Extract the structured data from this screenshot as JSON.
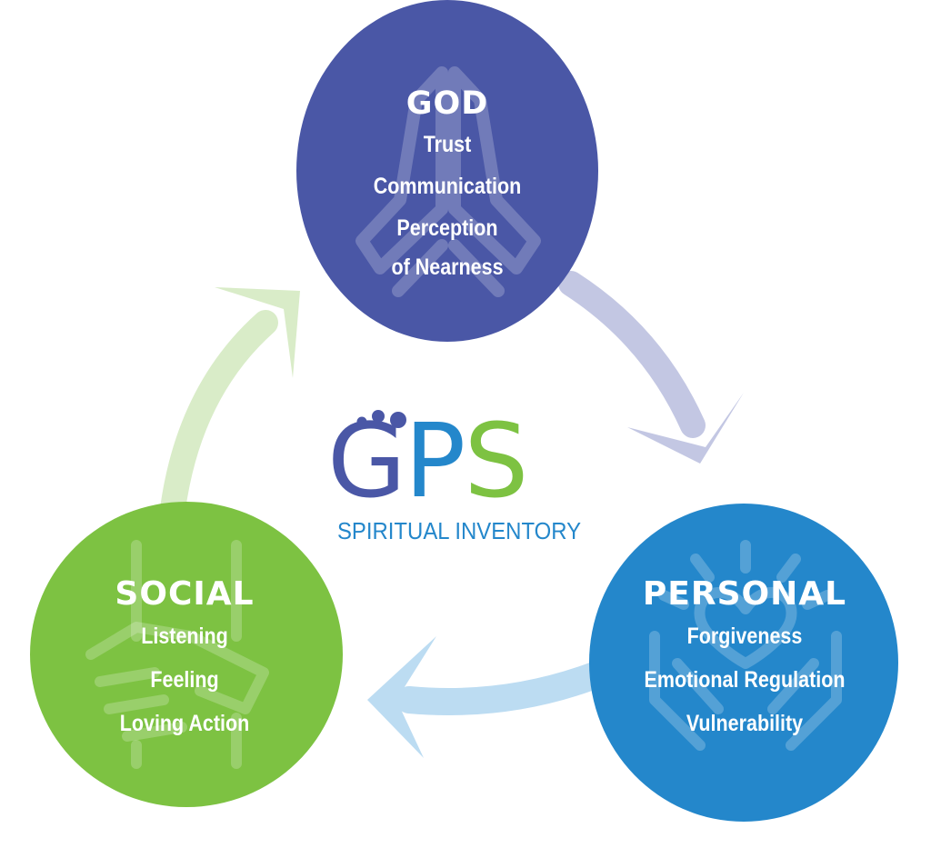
{
  "colors": {
    "god": "#4a57a6",
    "personal": "#2487cb",
    "social": "#7dc242",
    "arrow_god_to_personal": "#c3c7e3",
    "arrow_personal_to_social": "#bcdcf2",
    "arrow_social_to_god": "#d9ecc8"
  },
  "logo": {
    "g": "G",
    "p": "P",
    "s": "S",
    "subtitle": "SPIRITUAL INVENTORY"
  },
  "nodes": {
    "god": {
      "title": "GOD",
      "icon": "praying-hands-icon",
      "items": [
        "Trust",
        "Communication",
        "Perception",
        "of Nearness"
      ]
    },
    "personal": {
      "title": "PERSONAL",
      "icon": "hands-holding-heart-icon",
      "items": [
        "Forgiveness",
        "Emotional Regulation",
        "Vulnerability"
      ]
    },
    "social": {
      "title": "SOCIAL",
      "icon": "handshake-icon",
      "items": [
        "Listening",
        "Feeling",
        "Loving Action"
      ]
    }
  }
}
